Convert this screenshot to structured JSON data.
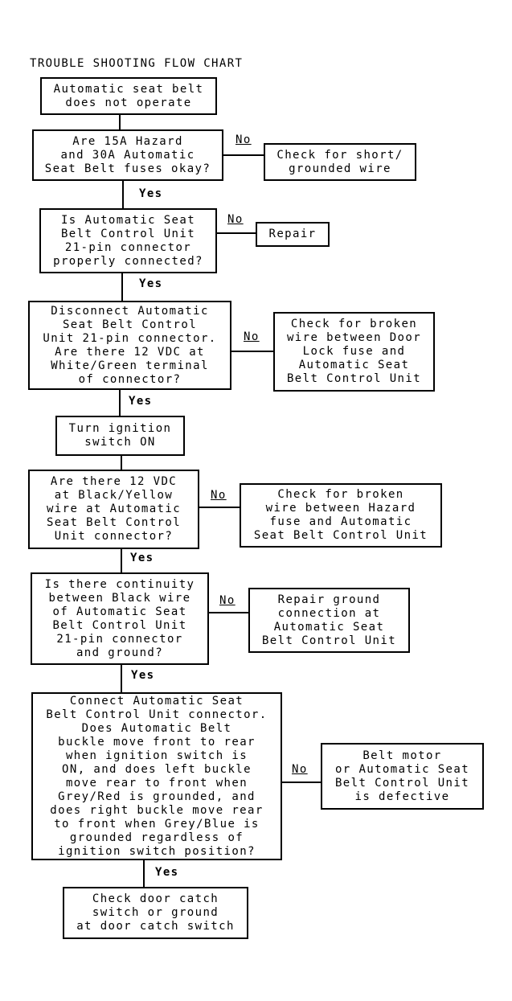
{
  "title": "TROUBLE SHOOTING FLOW CHART",
  "labels": {
    "yes": "Yes",
    "no": "No"
  },
  "colors": {
    "background": "#ffffff",
    "ink": "#000000"
  },
  "nodes": {
    "start": {
      "text": "Automatic seat belt\ndoes not operate"
    },
    "q_fuses": {
      "text": "Are 15A Hazard\nand 30A Automatic\nSeat Belt fuses okay?"
    },
    "a_short": {
      "text": "Check for short/\ngrounded wire"
    },
    "q_connector": {
      "text": "Is Automatic Seat\nBelt Control Unit\n21-pin connector\nproperly connected?"
    },
    "a_repair": {
      "text": "Repair"
    },
    "q_white_green": {
      "text": "Disconnect Automatic\nSeat Belt Control\nUnit 21-pin connector.\nAre there 12 VDC at\nWhite/Green terminal\nof connector?"
    },
    "a_door_lock": {
      "text": "Check for broken\nwire between Door\nLock fuse and\nAutomatic Seat\nBelt Control Unit"
    },
    "turn_ignition": {
      "text": "Turn ignition\nswitch ON"
    },
    "q_black_yellow": {
      "text": "Are there 12 VDC\nat Black/Yellow\nwire at Automatic\nSeat Belt Control\nUnit connector?"
    },
    "a_hazard_fuse": {
      "text": "Check for broken\nwire between Hazard\nfuse and Automatic\nSeat Belt Control Unit"
    },
    "q_continuity": {
      "text": "Is there continuity\nbetween Black wire\nof Automatic Seat\nBelt Control Unit\n21-pin connector\nand ground?"
    },
    "a_ground": {
      "text": "Repair ground\nconnection at\nAutomatic Seat\nBelt Control Unit"
    },
    "q_buckle": {
      "text": "Connect Automatic Seat\nBelt Control Unit connector.\nDoes Automatic Belt\nbuckle move front to rear\nwhen ignition switch is\nON, and does left buckle\nmove rear to front when\nGrey/Red is grounded, and\ndoes right buckle move rear\nto front when Grey/Blue is\ngrounded regardless of\nignition switch position?"
    },
    "a_defective": {
      "text": "Belt motor\nor Automatic Seat\nBelt Control Unit\nis defective"
    },
    "final_check": {
      "text": "Check door catch\nswitch or ground\nat door catch switch"
    }
  },
  "edges": [
    {
      "from": "start",
      "to": "q_fuses",
      "label": ""
    },
    {
      "from": "q_fuses",
      "to": "q_connector",
      "label": "Yes"
    },
    {
      "from": "q_fuses",
      "to": "a_short",
      "label": "No"
    },
    {
      "from": "q_connector",
      "to": "q_white_green",
      "label": "Yes"
    },
    {
      "from": "q_connector",
      "to": "a_repair",
      "label": "No"
    },
    {
      "from": "q_white_green",
      "to": "turn_ignition",
      "label": "Yes"
    },
    {
      "from": "q_white_green",
      "to": "a_door_lock",
      "label": "No"
    },
    {
      "from": "turn_ignition",
      "to": "q_black_yellow",
      "label": ""
    },
    {
      "from": "q_black_yellow",
      "to": "q_continuity",
      "label": "Yes"
    },
    {
      "from": "q_black_yellow",
      "to": "a_hazard_fuse",
      "label": "No"
    },
    {
      "from": "q_continuity",
      "to": "q_buckle",
      "label": "Yes"
    },
    {
      "from": "q_continuity",
      "to": "a_ground",
      "label": "No"
    },
    {
      "from": "q_buckle",
      "to": "final_check",
      "label": "Yes"
    },
    {
      "from": "q_buckle",
      "to": "a_defective",
      "label": "No"
    }
  ]
}
